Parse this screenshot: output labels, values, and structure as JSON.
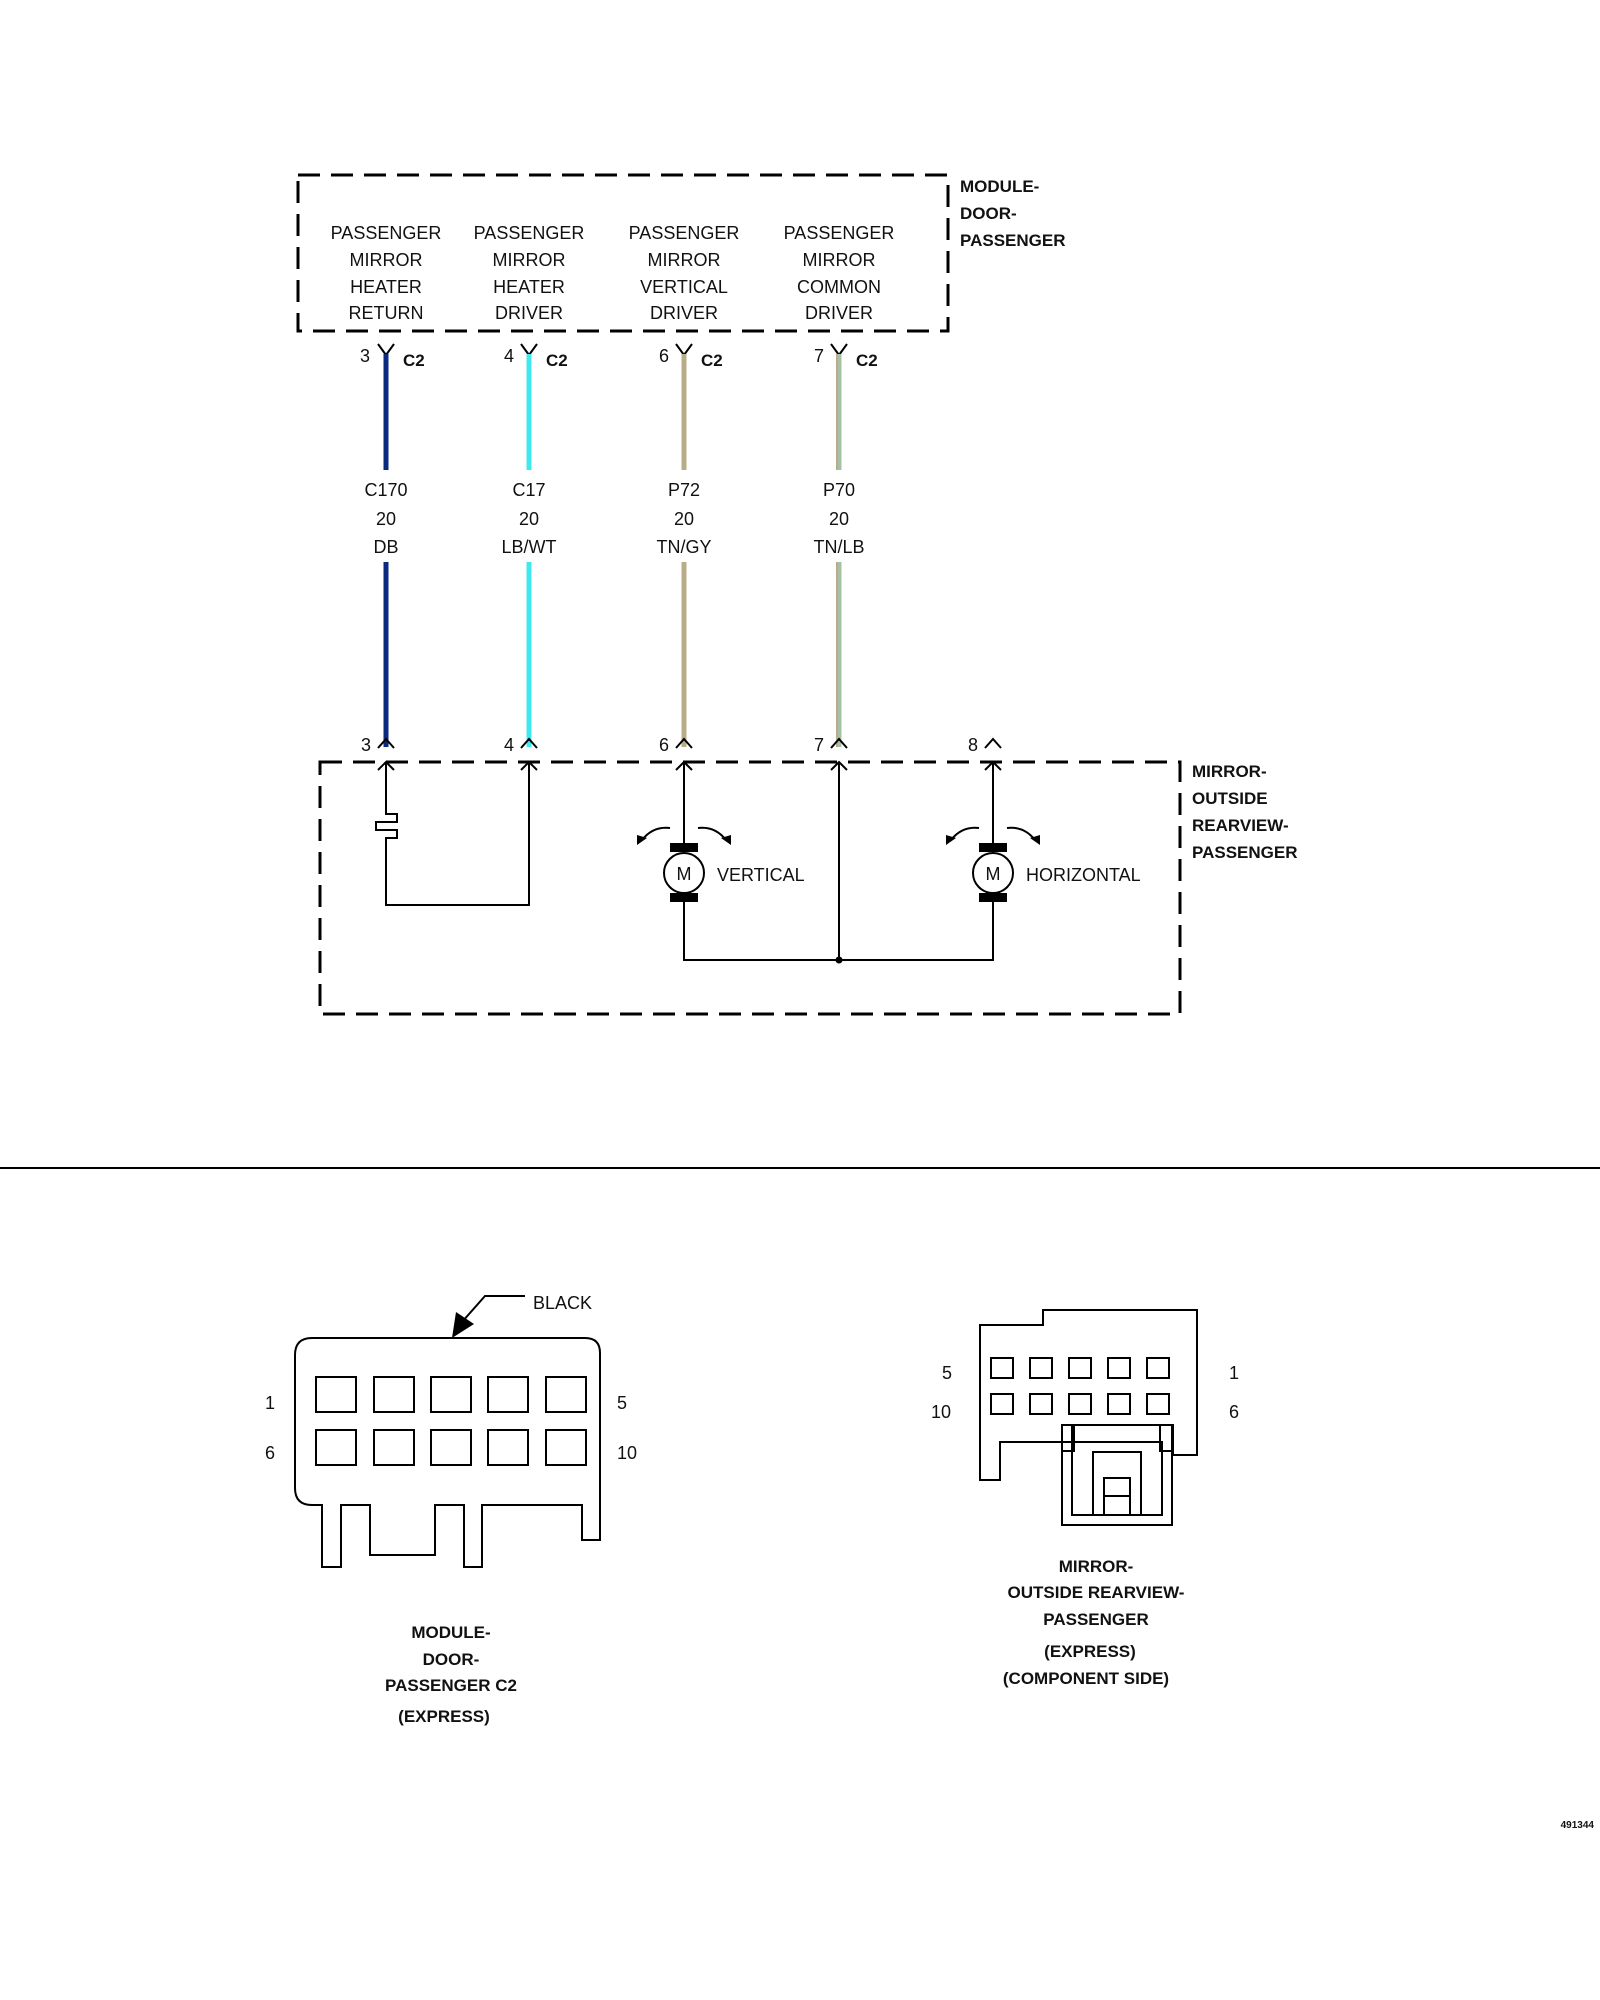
{
  "module": {
    "name_lines": [
      "MODULE-",
      "DOOR-",
      "PASSENGER"
    ],
    "circuits": [
      {
        "lines": [
          "PASSENGER",
          "MIRROR",
          "HEATER",
          "RETURN"
        ],
        "pin": "3",
        "connector": "C2",
        "wire_code": "C170",
        "gauge": "20",
        "color_code": "DB",
        "color": "#0a2a80"
      },
      {
        "lines": [
          "PASSENGER",
          "MIRROR",
          "HEATER",
          "DRIVER"
        ],
        "pin": "4",
        "connector": "C2",
        "wire_code": "C17",
        "gauge": "20",
        "color_code": "LB/WT",
        "color": "#40e8f0"
      },
      {
        "lines": [
          "PASSENGER",
          "MIRROR",
          "VERTICAL",
          "DRIVER"
        ],
        "pin": "6",
        "connector": "C2",
        "wire_code": "P72",
        "gauge": "20",
        "color_code": "TN/GY",
        "color": "#b8ad88"
      },
      {
        "lines": [
          "PASSENGER",
          "MIRROR",
          "COMMON",
          "DRIVER"
        ],
        "pin": "7",
        "connector": "C2",
        "wire_code": "P70",
        "gauge": "20",
        "color_code": "TN/LB",
        "color": "#a8c0a8"
      }
    ]
  },
  "mirror": {
    "name_lines": [
      "MIRROR-",
      "OUTSIDE",
      "REARVIEW-",
      "PASSENGER"
    ],
    "pins": [
      "3",
      "4",
      "6",
      "7",
      "8"
    ],
    "motor_symbol": "M",
    "motor_vertical_label": "VERTICAL",
    "motor_horizontal_label": "HORIZONTAL"
  },
  "connector_c2": {
    "color_label": "BLACK",
    "pin_top_left": "1",
    "pin_top_right": "5",
    "pin_bottom_left": "6",
    "pin_bottom_right": "10",
    "caption_lines": [
      "MODULE-",
      "DOOR-",
      "PASSENGER C2",
      "(EXPRESS)"
    ]
  },
  "connector_mirror": {
    "pin_top_left": "5",
    "pin_top_right": "1",
    "pin_bottom_left": "10",
    "pin_bottom_right": "6",
    "caption_lines": [
      "MIRROR-",
      "OUTSIDE REARVIEW-",
      "PASSENGER",
      "(EXPRESS)",
      "(COMPONENT SIDE)"
    ]
  },
  "figure_id": "491344"
}
